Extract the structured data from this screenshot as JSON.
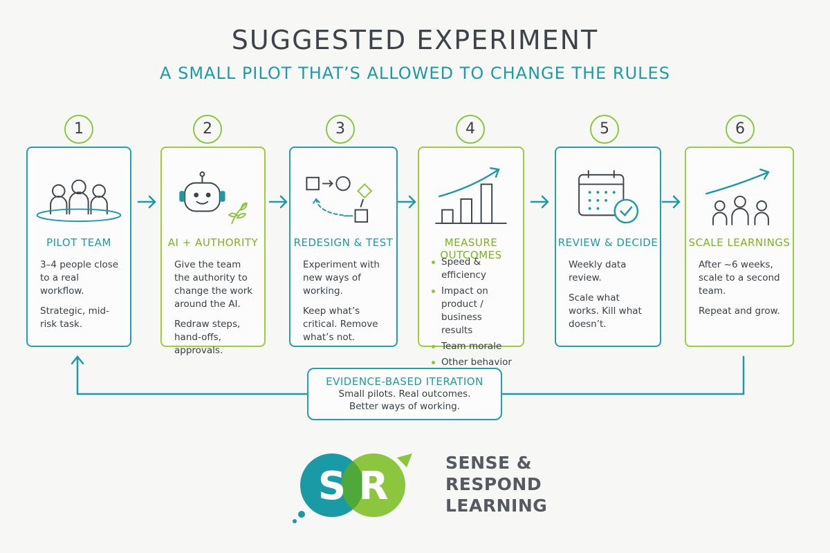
{
  "title": "SUGGESTED EXPERIMENT",
  "subtitle": "A SMALL PILOT THAT’S ALLOWED TO CHANGE THE RULES",
  "steps": [
    {
      "number": "1",
      "heading": "PILOT TEAM",
      "icon": "people-icon",
      "paragraphs": [
        "3–4 people close to a real workflow.",
        "Strategic, mid-risk task."
      ]
    },
    {
      "number": "2",
      "heading": "AI + AUTHORITY",
      "icon": "robot-icon",
      "paragraphs": [
        "Give the team the authority to change the work around the AI.",
        "Redraw steps, hand-offs, approvals."
      ]
    },
    {
      "number": "3",
      "heading": "REDESIGN & TEST",
      "icon": "process-flow-icon",
      "paragraphs": [
        "Experiment with new ways of working.",
        "Keep what’s critical. Remove what’s not."
      ]
    },
    {
      "number": "4",
      "heading": "MEASURE OUTCOMES",
      "icon": "bar-chart-icon",
      "bullets": [
        "Speed & efficiency",
        "Impact on product / business results",
        "Team morale",
        "Other behavior changes"
      ]
    },
    {
      "number": "5",
      "heading": "REVIEW & DECIDE",
      "icon": "calendar-check-icon",
      "paragraphs": [
        "Weekly data review.",
        "Scale what works. Kill what doesn’t."
      ]
    },
    {
      "number": "6",
      "heading": "SCALE LEARNINGS",
      "icon": "growth-people-icon",
      "paragraphs": [
        "After ~6 weeks, scale to a second team.",
        "Repeat and grow."
      ]
    }
  ],
  "feedback": {
    "heading": "EVIDENCE-BASED ITERATION",
    "line1": "Small pilots. Real outcomes.",
    "line2": "Better ways of working."
  },
  "logo": {
    "letter_s": "S",
    "letter_r": "R",
    "brand_line1": "SENSE &",
    "brand_line2": "RESPOND",
    "brand_line3": "LEARNING"
  },
  "colors": {
    "teal": "#1e9aa6",
    "green": "#8cc63f",
    "text": "#3b3f45"
  }
}
